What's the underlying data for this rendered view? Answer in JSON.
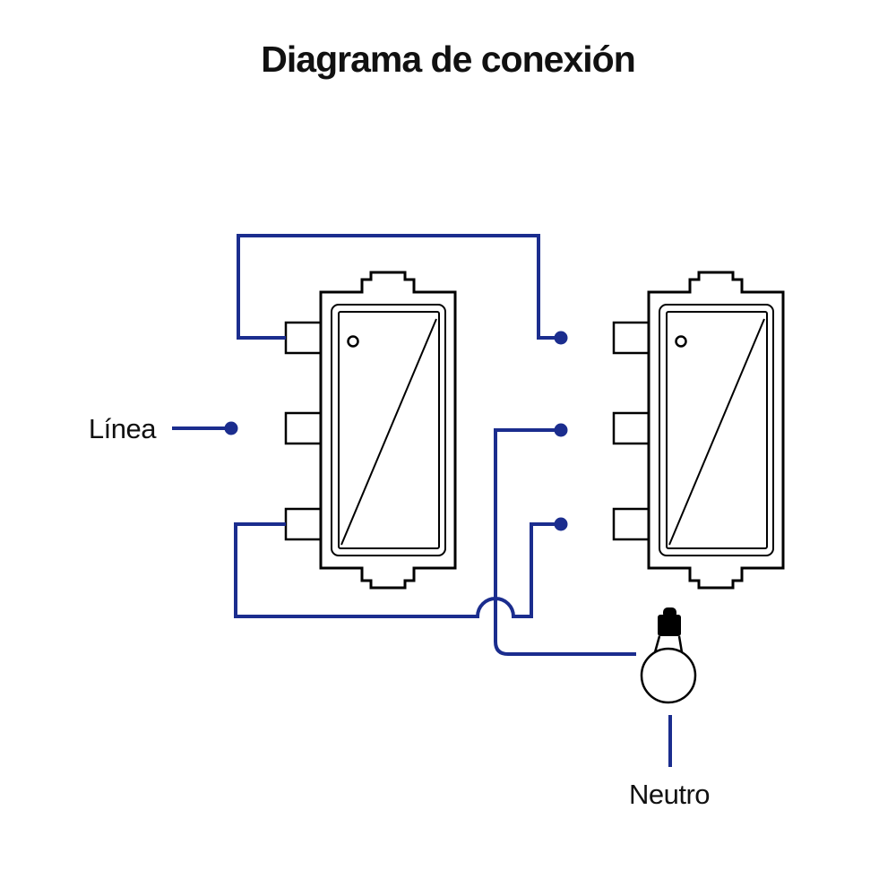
{
  "title": "Diagrama de conexión",
  "labels": {
    "linea": "Línea",
    "neutro": "Neutro"
  },
  "colors": {
    "wire": "#1b2d8e",
    "outline": "#000000",
    "text": "#111111",
    "background": "#ffffff"
  },
  "diagram": {
    "type": "electrical-connection-diagram",
    "components": [
      {
        "id": "switch-1",
        "kind": "3-way switch module",
        "terminals": 3
      },
      {
        "id": "switch-2",
        "kind": "3-way switch module",
        "terminals": 3
      },
      {
        "id": "bulb",
        "kind": "incandescent bulb"
      }
    ],
    "connections": [
      {
        "from": "Línea",
        "to": "switch-1 middle terminal"
      },
      {
        "from": "switch-1 top terminal",
        "to": "switch-2 top terminal"
      },
      {
        "from": "switch-1 bottom terminal",
        "to": "switch-2 bottom terminal"
      },
      {
        "from": "switch-2 middle terminal",
        "to": "bulb"
      },
      {
        "from": "bulb",
        "to": "Neutro"
      }
    ],
    "junction_dots": 4
  }
}
